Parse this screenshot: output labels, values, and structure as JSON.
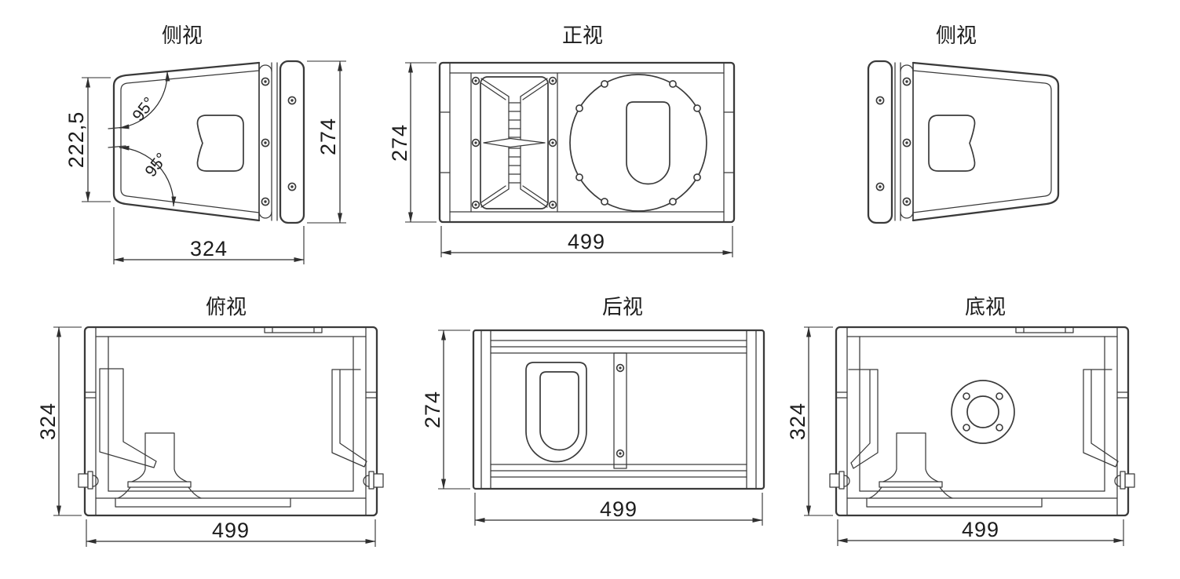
{
  "canvas": {
    "background": "#ffffff",
    "line_color": "#3a3a3a",
    "text_color": "#1c1c1c"
  },
  "views": {
    "side_left": {
      "title": "侧视",
      "dim_front_height": "222,5",
      "dim_back_height": "274",
      "dim_depth": "324",
      "angle_top": "95°",
      "angle_bottom": "95°"
    },
    "front": {
      "title": "正视",
      "dim_height": "274",
      "dim_width": "499"
    },
    "side_right": {
      "title": "侧视"
    },
    "top": {
      "title": "俯视",
      "dim_depth": "324",
      "dim_width": "499"
    },
    "rear": {
      "title": "后视",
      "dim_height": "274",
      "dim_width": "499"
    },
    "bottom": {
      "title": "底视",
      "dim_depth": "324",
      "dim_width": "499"
    }
  }
}
